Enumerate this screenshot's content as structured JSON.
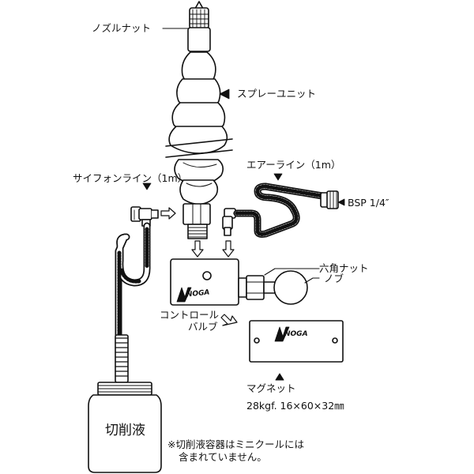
{
  "labels": {
    "nozzle_nut": "ノズルナット",
    "spray_unit": "スプレーユニット",
    "air_line": "エアーライン（1m）",
    "siphon_line": "サイフォンライン（1m）",
    "bsp": "BSP 1/4″",
    "hex_nut": "六角ナット",
    "knob": "ノブ",
    "control_valve_1": "コントロール",
    "control_valve_2": "バルブ",
    "magnet": "マグネット",
    "magnet_spec": "28kgf.  16×60×32㎜",
    "cutting_fluid": "切削液",
    "note_1": "※切削液容器はミニクールには",
    "note_2": "含まれていません。"
  },
  "logos": {
    "valve_logo": "NOGA",
    "magnet_logo": "NOGA"
  },
  "colors": {
    "line": "#111111",
    "fill": "#ffffff"
  }
}
